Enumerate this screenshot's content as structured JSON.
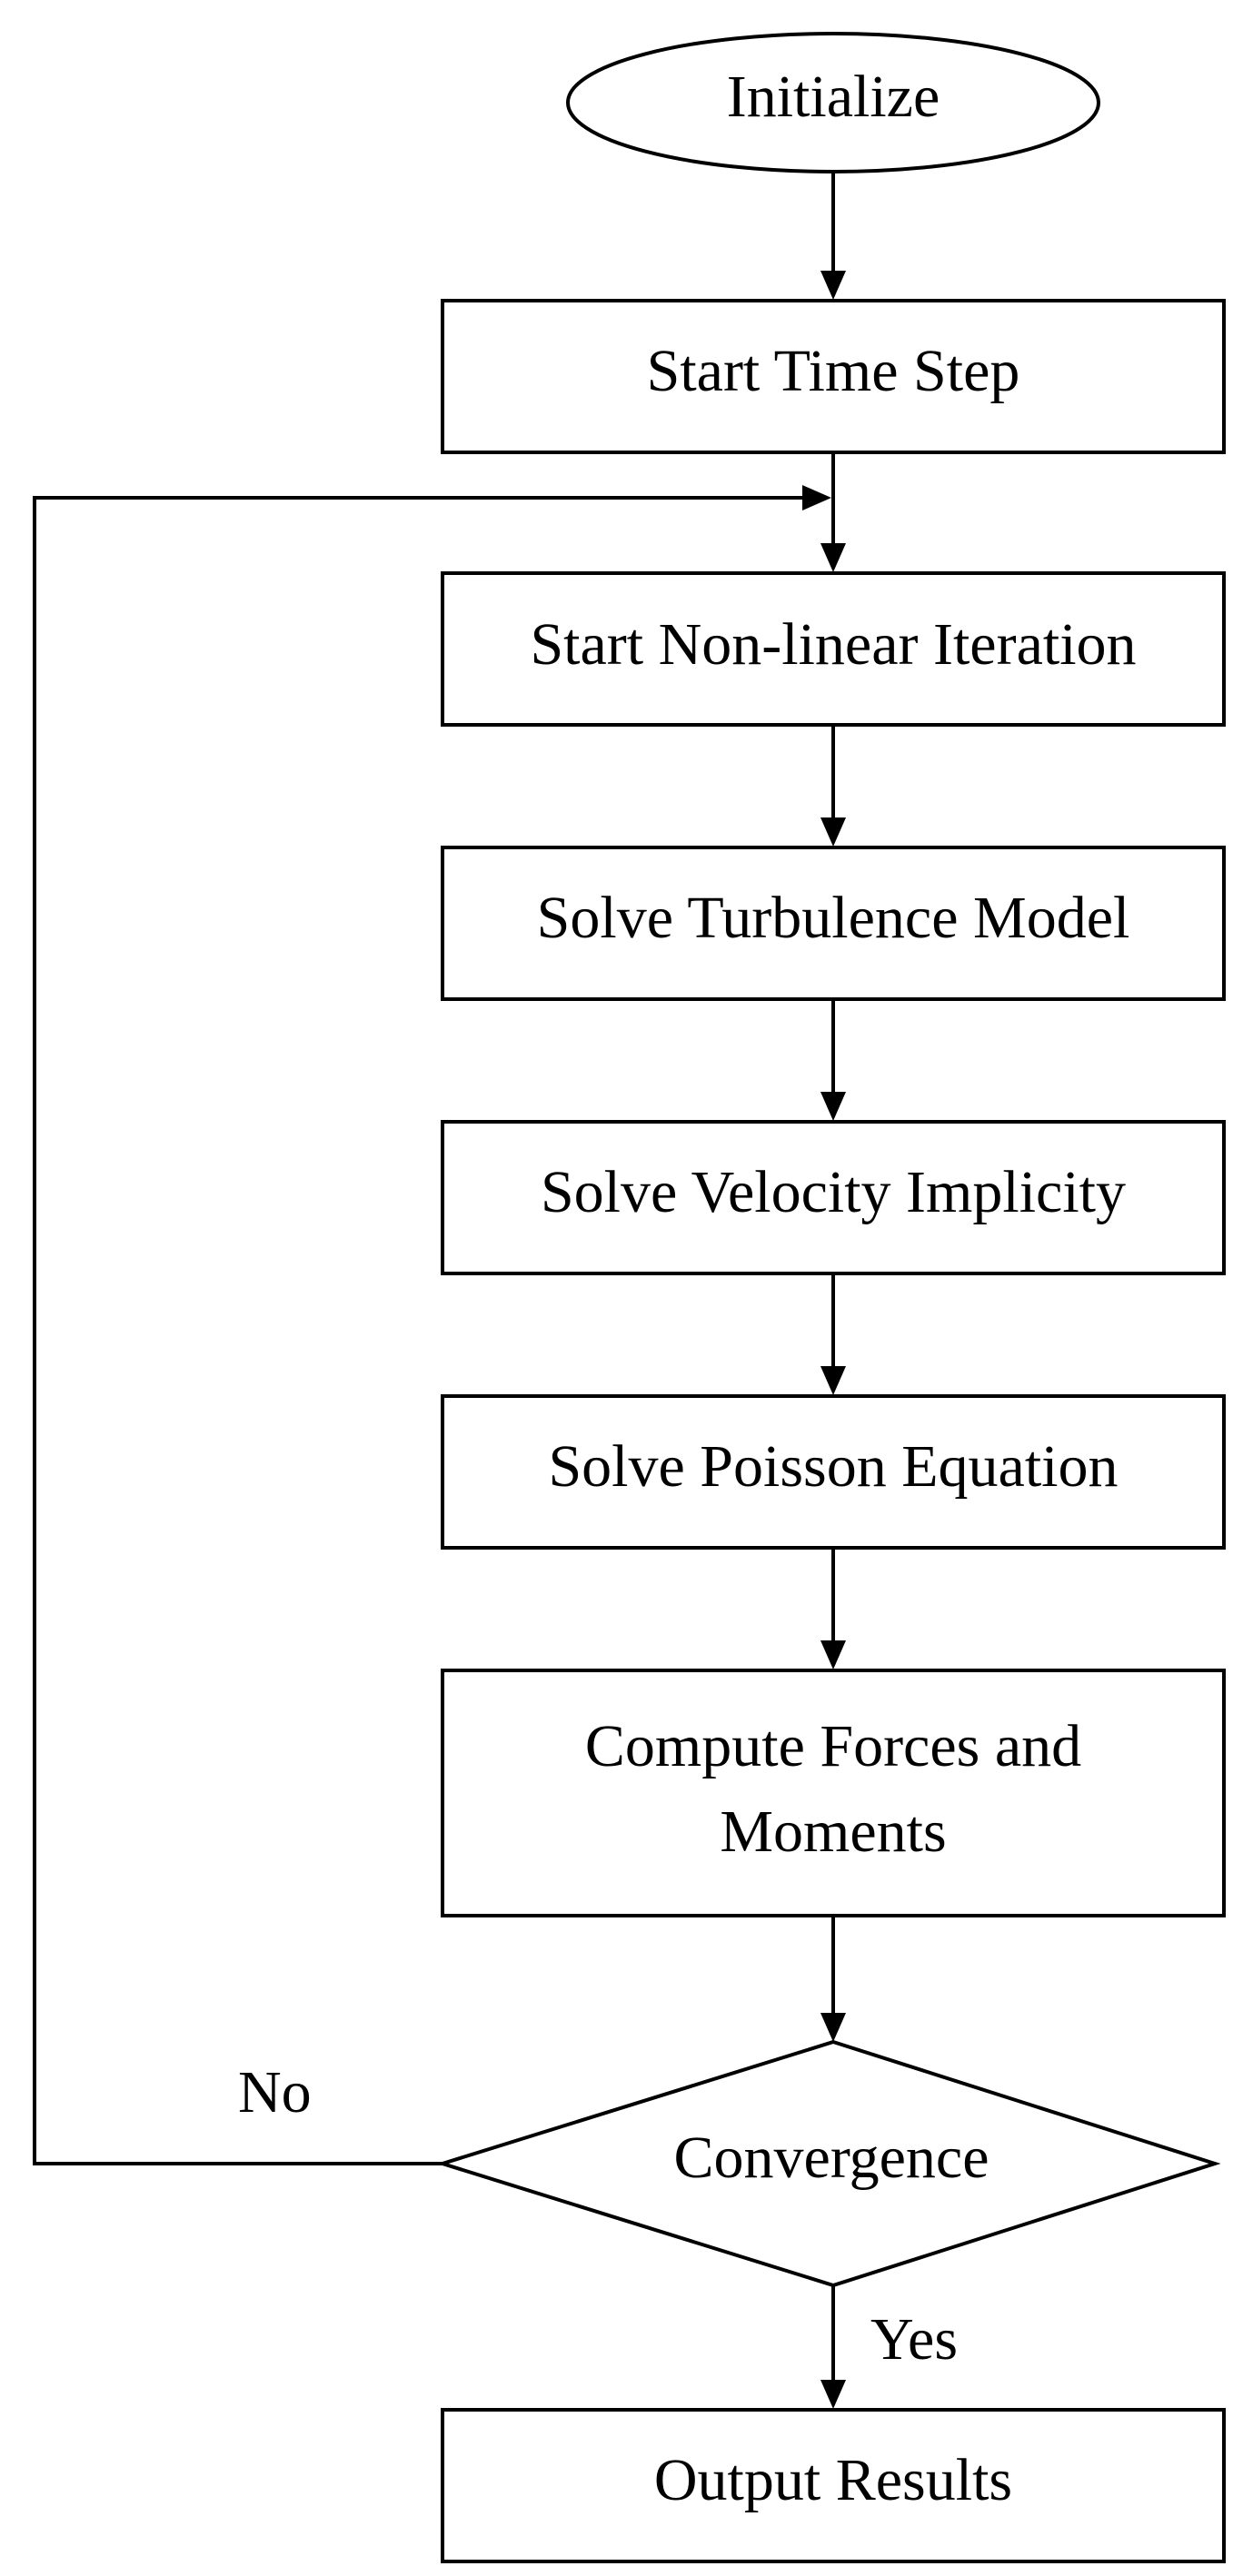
{
  "diagram": {
    "nodes": {
      "initialize": "Initialize",
      "start_time_step": "Start Time Step",
      "start_nonlinear_iteration": "Start Non-linear Iteration",
      "solve_turbulence_model": "Solve Turbulence Model",
      "solve_velocity_implicity": "Solve Velocity Implicity",
      "solve_poisson_equation": "Solve Poisson Equation",
      "compute_forces_line1": "Compute Forces and",
      "compute_forces_line2": "Moments",
      "convergence": "Convergence",
      "output_results": "Output Results"
    },
    "edges": {
      "no_label": "No",
      "yes_label": "Yes"
    },
    "colors": {
      "stroke": "#000000",
      "fill": "#ffffff"
    }
  }
}
